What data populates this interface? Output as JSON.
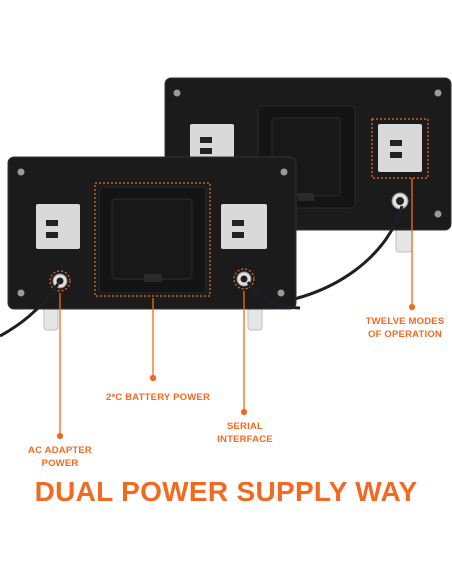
{
  "accent_color": "#f26a21",
  "device_color": "#1b1b1b",
  "callouts": {
    "battery": "2*C BATTERY POWER",
    "serial_line1": "SERIAL",
    "serial_line2": "INTERFACE",
    "ac_line1": "AC ADAPTER",
    "ac_line2": "POWER",
    "modes_line1": "TWELVE MODES",
    "modes_line2": "OF OPERATION"
  },
  "headline": "DUAL POWER SUPPLY WAY"
}
